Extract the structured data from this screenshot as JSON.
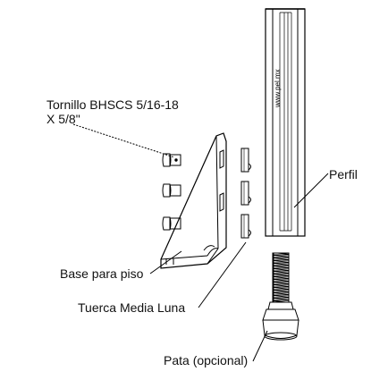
{
  "labels": {
    "bolt": [
      "Tornillo BHSCS 5/16-18",
      "X 5/8\""
    ],
    "profile": "Perfil",
    "base": "Base para piso",
    "nut": "Tuerca Media Luna",
    "foot": "Pata (opcional)",
    "website": "www.pel.mx"
  },
  "colors": {
    "line": "#000000",
    "text": "#111111"
  }
}
